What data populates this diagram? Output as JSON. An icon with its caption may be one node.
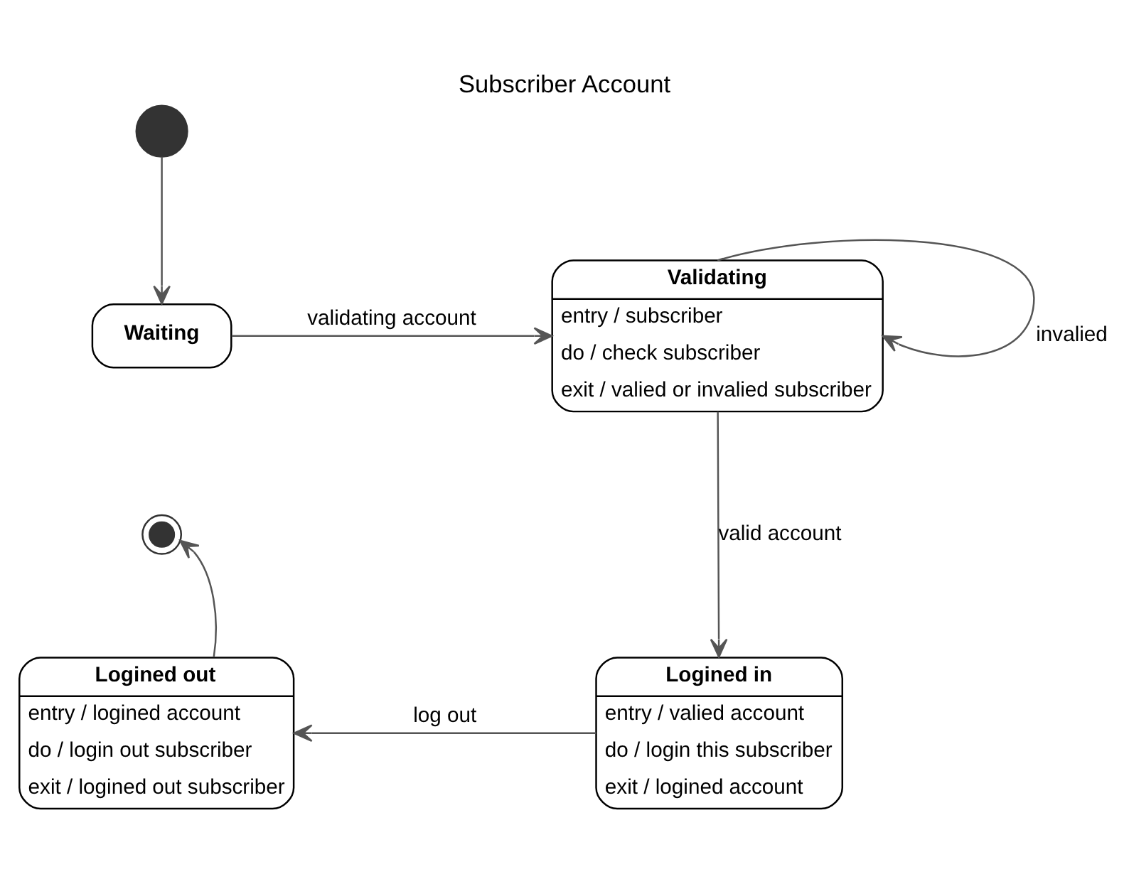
{
  "diagram": {
    "title": "Subscriber Account",
    "nodes": [
      {
        "text": [],
        "shape": "circle"
      },
      {
        "text": [
          "Waiting"
        ]
      },
      {
        "text": [
          "Validating",
          "entry / subscriber",
          "do / check subscriber",
          "exit / valied or invalied subscriber"
        ]
      },
      {
        "text": [],
        "shape": "circle"
      },
      {
        "text": [
          "Logined out",
          "entry / logined account",
          "do / login out subscriber",
          "exit / logined out subscriber"
        ]
      },
      {
        "text": [
          "Logined in",
          "entry / valied account",
          "do / login this subscriber",
          "exit / logined account"
        ]
      }
    ],
    "edges": [
      {
        "from": 0,
        "to": 1,
        "arrow": "to"
      },
      {
        "from": 1,
        "to": 2,
        "arrow": "to",
        "label": "validating account"
      },
      {
        "from": 2,
        "to": 2,
        "arrow": "to",
        "label": "invalied"
      },
      {
        "from": 2,
        "to": 5,
        "arrow": "to",
        "label": "valid account"
      },
      {
        "from": 5,
        "to": 4,
        "arrow": "to",
        "label": "log out"
      },
      {
        "from": 4,
        "to": 3,
        "arrow": "to"
      }
    ]
  }
}
